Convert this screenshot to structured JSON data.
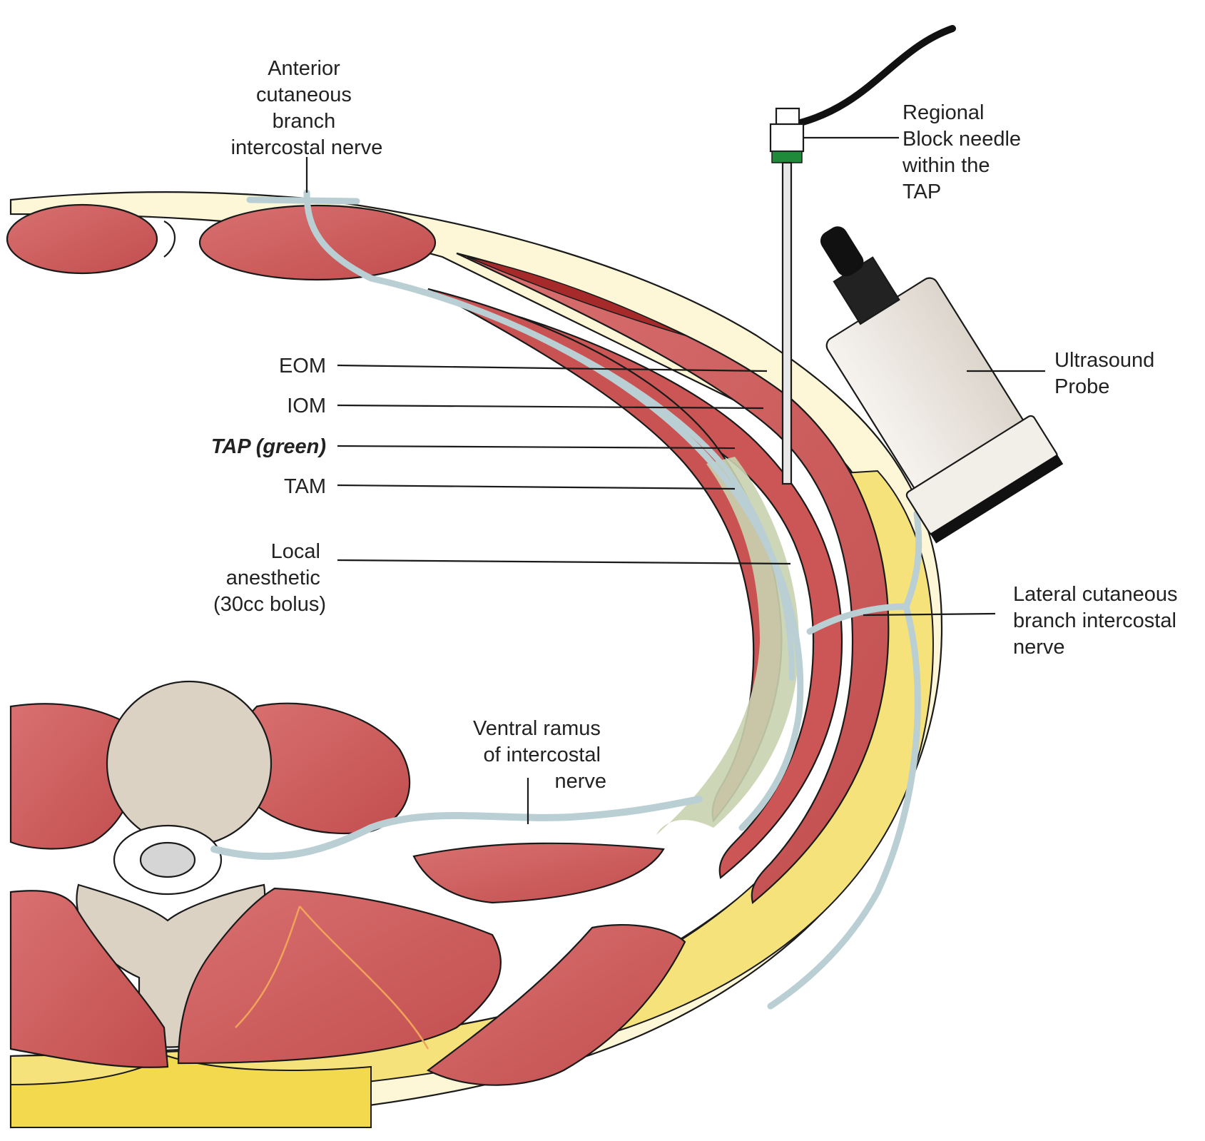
{
  "colors": {
    "muscle": "#cf5f5f",
    "muscle_dark": "#a72a2a",
    "fat": "#f6e27a",
    "bone": "#dcd2c4",
    "nerve": "#b9cfd3",
    "tap_green": "#c9d2b0",
    "outline": "#1a1a1a",
    "probe": "#efeae4"
  },
  "labels": {
    "anterior_cutaneous": [
      "Anterior",
      "cutaneous",
      "branch",
      "intercostal nerve"
    ],
    "regional_block_needle": [
      "Regional",
      "Block needle",
      "within the",
      "TAP"
    ],
    "eom": "EOM",
    "iom": "IOM",
    "tap": "TAP (green)",
    "tam": "TAM",
    "local_anesthetic": [
      "Local",
      "anesthetic",
      "(30cc bolus)"
    ],
    "ultrasound_probe": [
      "Ultrasound",
      "Probe"
    ],
    "lateral_cutaneous": [
      "Lateral cutaneous",
      "branch intercostal",
      "nerve"
    ],
    "ventral_ramus": [
      "Ventral ramus",
      "of intercostal",
      "nerve"
    ]
  },
  "icons": {
    "needle": "needle-icon",
    "probe": "ultrasound-probe-icon"
  }
}
